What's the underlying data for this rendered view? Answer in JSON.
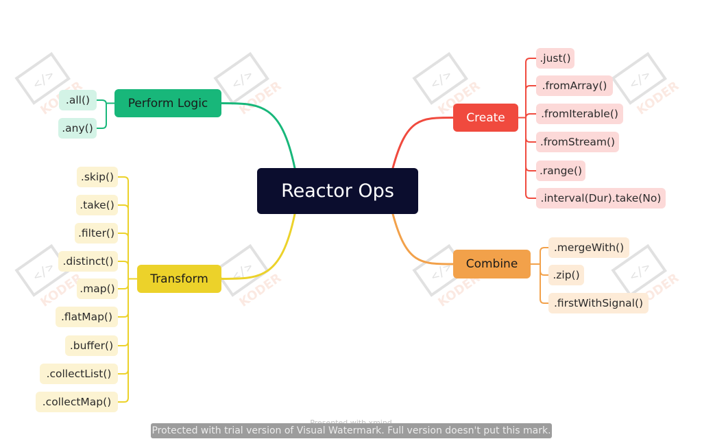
{
  "root": {
    "label": "Reactor Ops"
  },
  "branches": [
    {
      "id": "create",
      "label": "Create",
      "color": "#f04a3e",
      "leaf_bg": "#fcd9d8",
      "items": [
        ".just()",
        ".fromArray()",
        ".fromIterable()",
        ".fromStream()",
        ".range()",
        ".interval(Dur).take(No)"
      ]
    },
    {
      "id": "combine",
      "label": "Combine",
      "color": "#f2a14a",
      "leaf_bg": "#fdebd7",
      "items": [
        ".mergeWith()",
        ".zip()",
        ".firstWithSignal()"
      ]
    },
    {
      "id": "perform-logic",
      "label": "Perform Logic",
      "color": "#18b77a",
      "leaf_bg": "#d3f3e6",
      "items": [
        ".all()",
        ".any()"
      ]
    },
    {
      "id": "transform",
      "label": "Transform",
      "color": "#ecd22a",
      "leaf_bg": "#fcf3d2",
      "items": [
        ".skip()",
        ".take()",
        ".filter()",
        ".distinct()",
        ".map()",
        ".flatMap()",
        ".buffer()",
        ".collectList()",
        ".collectMap()"
      ]
    }
  ],
  "watermark": {
    "text": "KODER"
  },
  "footer": {
    "presented": "Presented with xmind",
    "notice": "Protected with trial version of Visual Watermark. Full version doesn't put this mark."
  }
}
